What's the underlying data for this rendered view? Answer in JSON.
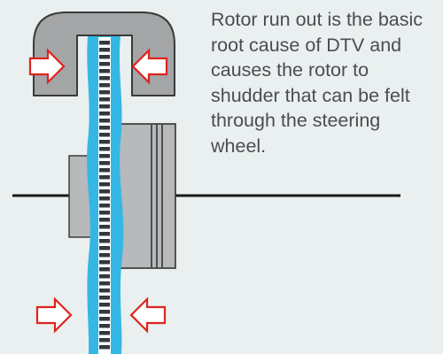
{
  "caption": "Rotor run out is the basic root cause of DTV and causes the rotor to shudder that can be felt through the steering wheel.",
  "icons": [
    "caliper-clamp-arrow-icon",
    "brake-disc-rotor",
    "wheel-hub",
    "axle-line"
  ],
  "colors": {
    "background": "#e9f0ef",
    "rotor": "#35b7e5",
    "caliper_fill": "#a3a5a7",
    "caliper_stroke": "#3a3a3a",
    "hub": "#b7b9bb",
    "arrow_fill": "#ffffff",
    "arrow_stroke": "#e0231c",
    "axle": "#1a1a1a",
    "text": "#4a4d4f"
  }
}
